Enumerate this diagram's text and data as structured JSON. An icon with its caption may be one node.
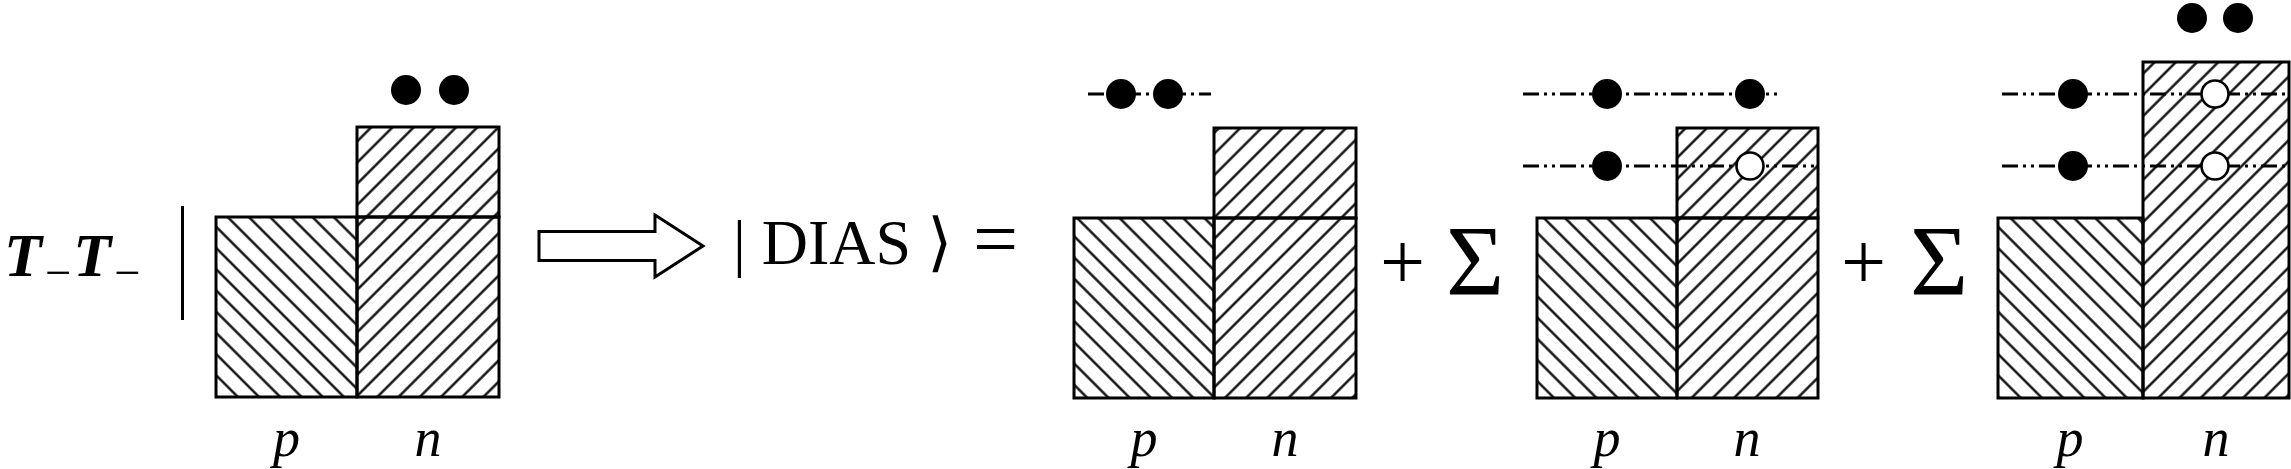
{
  "diagram": {
    "nodes": [
      {
        "text": [],
        "shape": "picture",
        "beside": [
          "p",
          "n"
        ]
      },
      {
        "text": [
          "| DIAS ⟩"
        ]
      },
      {
        "text": [],
        "shape": "picture",
        "beside": [
          "p",
          "n"
        ]
      },
      {
        "text": [],
        "shape": "picture",
        "beside": [
          "p",
          "n"
        ]
      },
      {
        "text": [],
        "shape": "picture",
        "beside": [
          "p",
          "n"
        ]
      }
    ],
    "edges": [
      {
        "from": 0,
        "to": 1,
        "arrow": "to"
      }
    ],
    "labels": [
      "T$_{−}$T$_{−}$",
      "=",
      "+",
      "Σ",
      "+",
      "Σ"
    ]
  }
}
